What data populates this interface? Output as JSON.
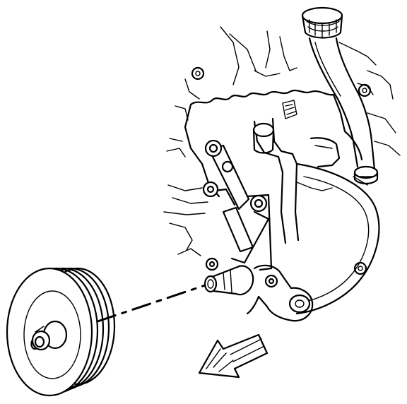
{
  "figure": {
    "colors": {
      "line": "#000000",
      "background": "#ffffff"
    },
    "parts": [
      {
        "id": "pulley",
        "icon": "grooved-pulley"
      },
      {
        "id": "pump",
        "icon": "power-steering-pump"
      },
      {
        "id": "reservoir-filler",
        "icon": "filler-neck-with-cap"
      },
      {
        "id": "bracket",
        "icon": "mounting-bracket"
      },
      {
        "id": "direction-arrow",
        "icon": "removal-arrow"
      }
    ]
  }
}
